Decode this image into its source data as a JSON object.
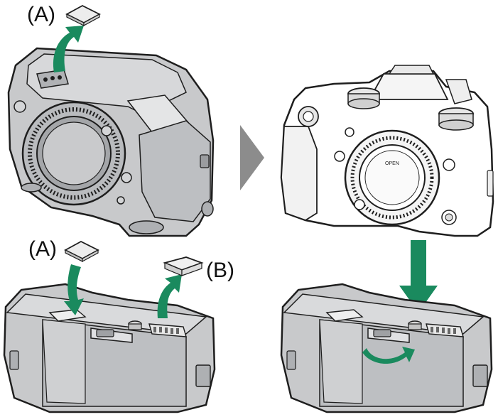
{
  "labels": {
    "a_top": "(A)",
    "a_bottom": "(A)",
    "b_bottom": "(B)",
    "open_mark": "OPEN"
  },
  "colors": {
    "arrow_green": "#1a8a5e",
    "body_gray": "#c8c9cb",
    "body_dark": "#8f9194",
    "outline": "#1e1e1e",
    "step_arrow_gray": "#8c8c8c"
  },
  "icons": {
    "step_arrow": "triangle-right-icon",
    "attach_arrow": "arrow-down-icon",
    "rotate_arrow": "rotate-arrow-icon"
  }
}
